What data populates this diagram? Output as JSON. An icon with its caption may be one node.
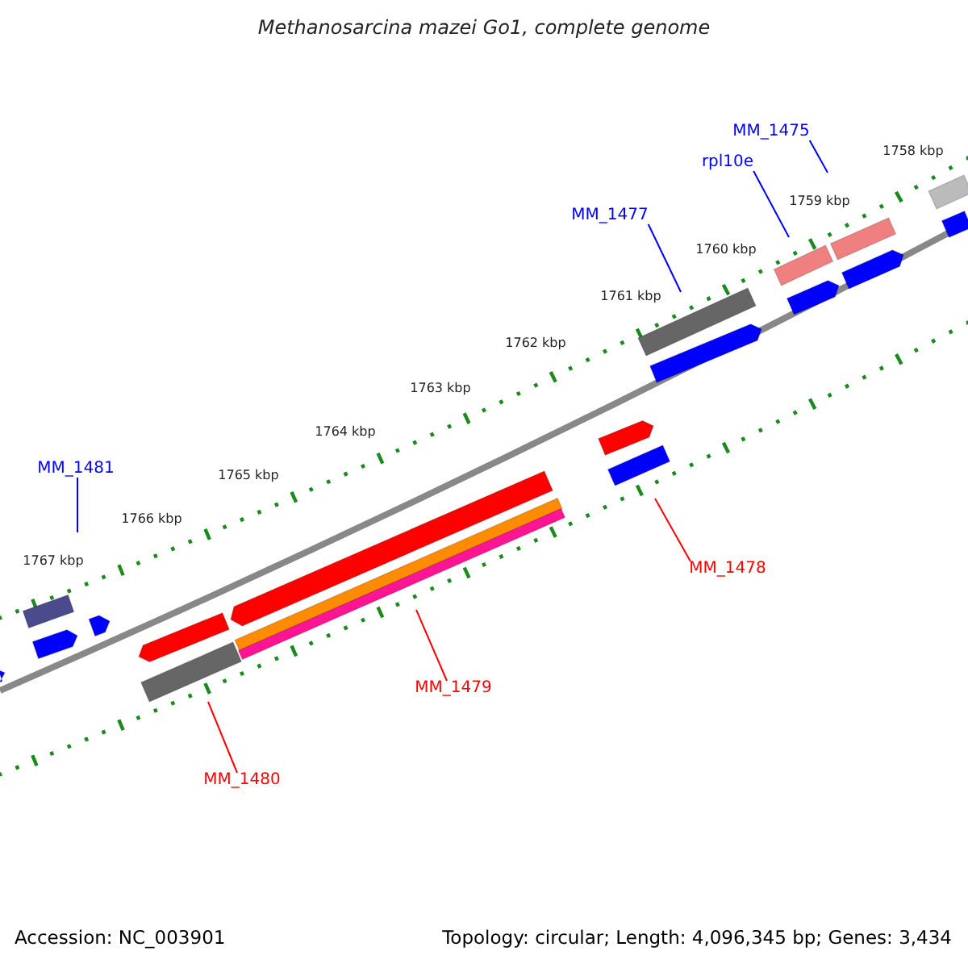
{
  "diagram": {
    "title": "Methanosarcina mazei Go1, complete genome",
    "nodes": [
      {
        "text": [
          "MM_1475"
        ]
      },
      {
        "text": [
          "rpl10e"
        ]
      },
      {
        "text": [
          "MM_1477"
        ]
      },
      {
        "text": [
          "MM_1481"
        ]
      },
      {
        "text": [
          "MM_1478"
        ]
      },
      {
        "text": [
          "MM_1479"
        ]
      },
      {
        "text": [
          "MM_1480"
        ]
      }
    ],
    "edges": [
      {
        "from": 0,
        "to": null,
        "arrow": "none"
      },
      {
        "from": 1,
        "to": null,
        "arrow": "none"
      },
      {
        "from": 2,
        "to": null,
        "arrow": "none"
      },
      {
        "from": 3,
        "to": null,
        "arrow": "none"
      },
      {
        "from": 4,
        "to": null,
        "arrow": "none",
        "color": "#ff0000"
      },
      {
        "from": 5,
        "to": null,
        "arrow": "none",
        "color": "#ff0000"
      },
      {
        "from": 6,
        "to": null,
        "arrow": "none",
        "color": "#ff0000"
      }
    ],
    "labels": [
      "1758 kbp",
      "1759 kbp",
      "1760 kbp",
      "1761 kbp",
      "1762 kbp",
      "1763 kbp",
      "1764 kbp",
      "1765 kbp",
      "1766 kbp",
      "1767 kbp",
      "Accession: NC_003901",
      "Topology: circular; Length: 4,096,345 bp; Genes: 3,434"
    ]
  }
}
